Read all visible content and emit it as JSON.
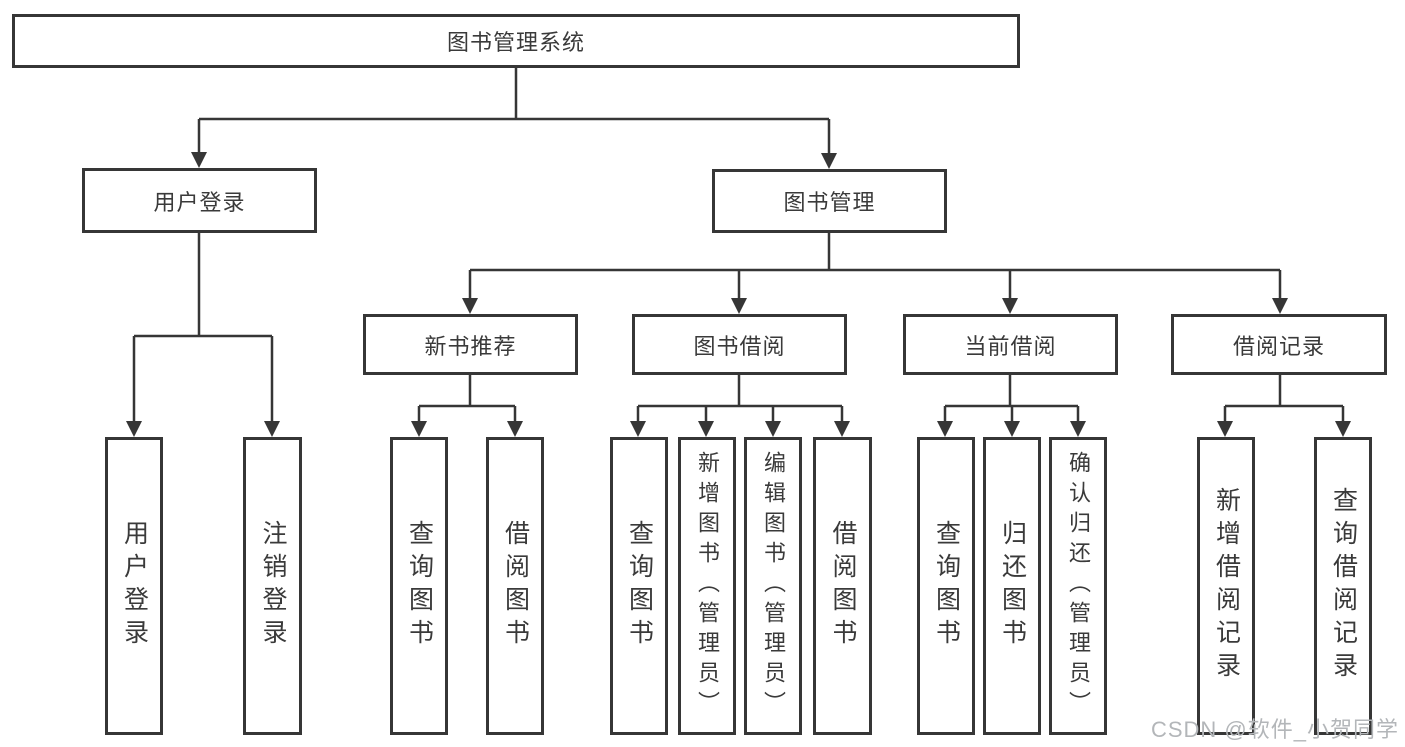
{
  "diagram": {
    "title": "图书管理系统",
    "root": {
      "label": "图书管理系统"
    },
    "level2": [
      {
        "label": "用户登录",
        "children": [
          {
            "label": "用户登录"
          },
          {
            "label": "注销登录"
          }
        ]
      },
      {
        "label": "图书管理",
        "children": [
          {
            "label": "新书推荐",
            "children": [
              {
                "label": "查询图书"
              },
              {
                "label": "借阅图书"
              }
            ]
          },
          {
            "label": "图书借阅",
            "children": [
              {
                "label": "查询图书"
              },
              {
                "label": "新增图书（管理员）"
              },
              {
                "label": "编辑图书（管理员）"
              },
              {
                "label": "借阅图书"
              }
            ]
          },
          {
            "label": "当前借阅",
            "children": [
              {
                "label": "查询图书"
              },
              {
                "label": "归还图书"
              },
              {
                "label": "确认归还（管理员）"
              }
            ]
          },
          {
            "label": "借阅记录",
            "children": [
              {
                "label": "新增借阅记录"
              },
              {
                "label": "查询借阅记录"
              }
            ]
          }
        ]
      }
    ],
    "line_color": "#363636",
    "box_border_color": "#363636",
    "text_color": "#3a3a3a"
  },
  "watermark": {
    "text": "CSDN @软件_小贺同学",
    "color": "#b3b6b9"
  }
}
